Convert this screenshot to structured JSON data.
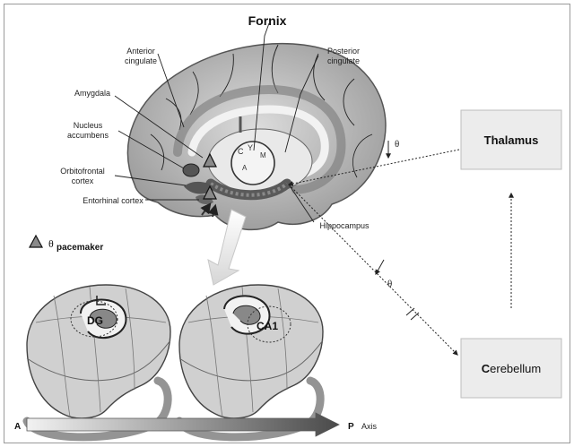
{
  "title": "Fornix",
  "labels": {
    "anterior_cingulate": [
      "Anterior",
      "cingulate"
    ],
    "posterior_cingulate": [
      "Posterior",
      "cingulate"
    ],
    "amygdala": "Amygdala",
    "nucleus_accumbens": [
      "Nucleus",
      "accumbens"
    ],
    "orbitofrontal_cortex": [
      "Orbitofrontal",
      "cortex"
    ],
    "entorhinal_cortex": "Entorhinal cortex",
    "hippocampus": "Hippocampus"
  },
  "nodes": {
    "thalamus": "Thalamus",
    "cerebellum_prefix": "C",
    "cerebellum_rest": "erebellum"
  },
  "theta": {
    "symbol": "θ",
    "legend_symbol": "θ",
    "legend_sub": "pacemaker"
  },
  "inset": {
    "left_label": "DG",
    "right_label": "CA1"
  },
  "axis": {
    "start": "A",
    "end": "P",
    "name": "Axis"
  }
}
